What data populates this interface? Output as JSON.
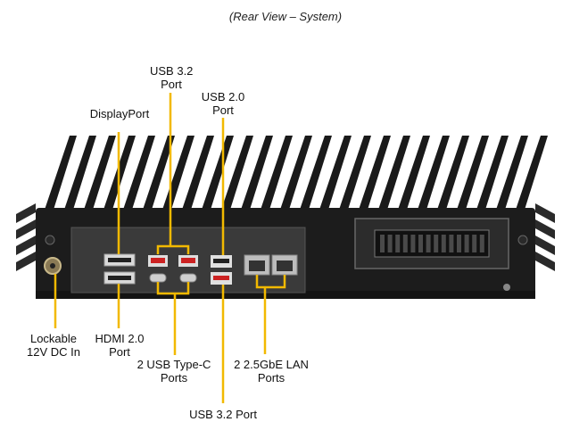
{
  "title": "(Rear View – System)",
  "colors": {
    "callout": "#f2b900",
    "chassis": "#1c1c1c",
    "panel": "#3a3a3a"
  },
  "labels": {
    "usb32_top": [
      "USB 3.2",
      "Port"
    ],
    "usb20": [
      "USB 2.0",
      "Port"
    ],
    "displayport": "DisplayPort",
    "lockable": [
      "Lockable",
      "12V DC In"
    ],
    "hdmi": [
      "HDMI 2.0",
      "Port"
    ],
    "usbc": [
      "2 USB Type-C",
      "Ports"
    ],
    "lan": [
      "2 2.5GbE LAN",
      "Ports"
    ],
    "usb32_bottom": "USB 3.2 Port"
  }
}
